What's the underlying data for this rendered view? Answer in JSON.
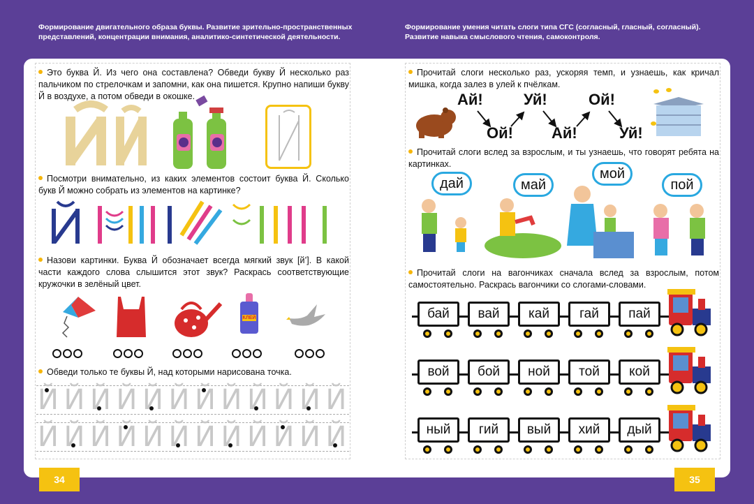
{
  "left_header": "Формирование двигательного образа буквы. Развитие зрительно-пространственных представлений, концентрации внимания, аналитико-синтетической деятельности.",
  "right_header": "Формирование умения читать слоги типа СГС (согласный, гласный, согласный). Развитие навыка смыслового чтения, самоконтроля.",
  "left_tasks": [
    "Это буква Й. Из чего она составлена? Обведи букву Й несколько раз пальчиком по стрелочкам и запомни, как она пишется. Крупно напиши букву Й в воздухе, а потом обведи в окошке.",
    "Посмотри внимательно, из каких элементов состоит буква Й. Сколько букв Й можно собрать из элементов на картинке?",
    "Назови картинки. Буква Й обозначает всегда мягкий звук [й’]. В какой части каждого слова слышится этот звук? Раскрась соответствующие кружочки в зелёный цвет.",
    "Обведи только те буквы Й, над которыми нарисована точка."
  ],
  "right_tasks": [
    "Прочитай слоги несколько раз, ускоряя темп, и узнаешь, как кричал мишка, когда залез в улей к пчёлкам.",
    "Прочитай слоги вслед за взрослым, и ты узнаешь, что говорят ребята на картинках.",
    "Прочитай слоги на вагончиках сначала вслед за взрослым, потом самостоятельно. Раскрась вагончики со слогами-словами."
  ],
  "bear_syllables_top": [
    "Ай!",
    "Уй!",
    "Ой!"
  ],
  "bear_syllables_bottom": [
    "Ой!",
    "Ай!",
    "Уй!"
  ],
  "speech_bubbles": [
    "дай",
    "май",
    "мой",
    "пой"
  ],
  "glue_label": "КЛЕЙ",
  "trains": [
    [
      "бай",
      "вай",
      "кай",
      "гай",
      "пай"
    ],
    [
      "вой",
      "бой",
      "ной",
      "той",
      "кой"
    ],
    [
      "ный",
      "гий",
      "вый",
      "хий",
      "дый"
    ]
  ],
  "page_numbers": [
    "34",
    "35"
  ],
  "letter_glyph": "Й",
  "colors": {
    "background": "#5b3f97",
    "page_number_bg": "#f5c211",
    "speech_border": "#29a8e0",
    "bullet": "#f5b50a"
  }
}
